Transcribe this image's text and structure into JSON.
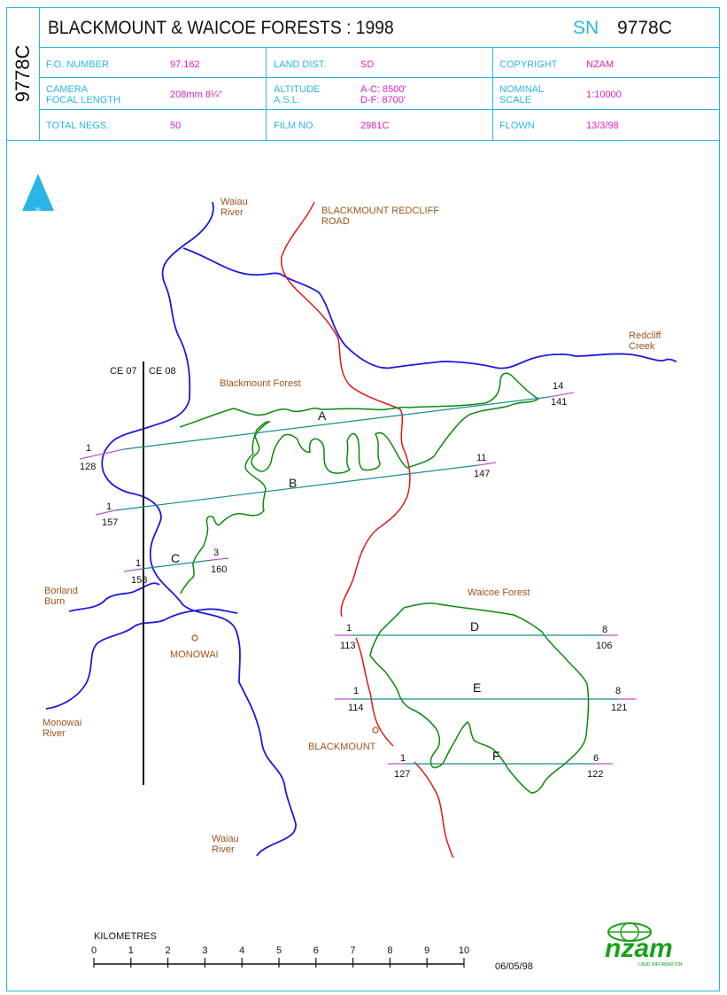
{
  "header": {
    "title": "BLACKMOUNT & WAICOE FORESTS : 1998",
    "sn_label": "SN",
    "sn_value": "9778C",
    "side_code": "9778C"
  },
  "info": [
    [
      {
        "label": "F.O. NUMBER",
        "value": "97.162"
      },
      {
        "label": "LAND DIST.",
        "value": "SD"
      },
      {
        "label": "COPYRIGHT",
        "value": "NZAM"
      }
    ],
    [
      {
        "label": "CAMERA\nFOCAL LENGTH",
        "value": "208mm  8¼\""
      },
      {
        "label": "ALTITUDE\nA.S.L.",
        "value": "A-C: 8500'\nD-F: 8700'"
      },
      {
        "label": "NOMINAL\nSCALE",
        "value": "1:10000"
      }
    ],
    [
      {
        "label": "TOTAL NEGS.",
        "value": "50"
      },
      {
        "label": "FILM NO.",
        "value": "2981C"
      },
      {
        "label": "FLOWN",
        "value": "13/3/98"
      }
    ]
  ],
  "map": {
    "north_label": "N",
    "places": {
      "waiau_river_north": "Waiau\nRiver",
      "road": "BLACKMOUNT REDCLIFF\nROAD",
      "redcliff_creek": "Redcliff\nCreek",
      "blackmount_forest": "Blackmount Forest",
      "waicoe_forest": "Waicoe Forest",
      "borland_burn": "Borland\nBurn",
      "monowai": "MONOWAI",
      "monowai_river": "Monowai\nRiver",
      "blackmount": "BLACKMOUNT",
      "waiau_river_south": "Waiau\nRiver"
    },
    "grid_left": "CE 07",
    "grid_right": "CE 08",
    "run_letters": [
      "A",
      "B",
      "C",
      "D",
      "E",
      "F"
    ],
    "frame_numbers": {
      "A_left": "1",
      "A_left_neg": "128",
      "A_right": "14",
      "A_right_neg": "141",
      "B_left": "1",
      "B_left_neg": "157",
      "B_right": "11",
      "B_right_neg": "147",
      "C_left": "1",
      "C_left_neg": "158",
      "C_right": "3",
      "C_right_neg": "160",
      "D_left": "1",
      "D_left_neg": "113",
      "D_right": "8",
      "D_right_neg": "106",
      "E_left": "1",
      "E_left_neg": "114",
      "E_right": "8",
      "E_right_neg": "121",
      "F_left": "1",
      "F_left_neg": "127",
      "F_right": "6",
      "F_right_neg": "122"
    }
  },
  "scale_bar": {
    "label": "KILOMETRES",
    "ticks": [
      "0",
      "1",
      "2",
      "3",
      "4",
      "5",
      "6",
      "7",
      "8",
      "9",
      "10"
    ]
  },
  "date": "06/05/98",
  "logo": {
    "text": "nzam",
    "subtext": "LAND INFORMATION"
  },
  "colors": {
    "frame": "#29b6e6",
    "value": "#e020c0",
    "river": "#1a1adc",
    "road": "#e01818",
    "forest": "#0a8a0a",
    "flight_line": "#1a8c8c",
    "place": "#a0521a"
  }
}
